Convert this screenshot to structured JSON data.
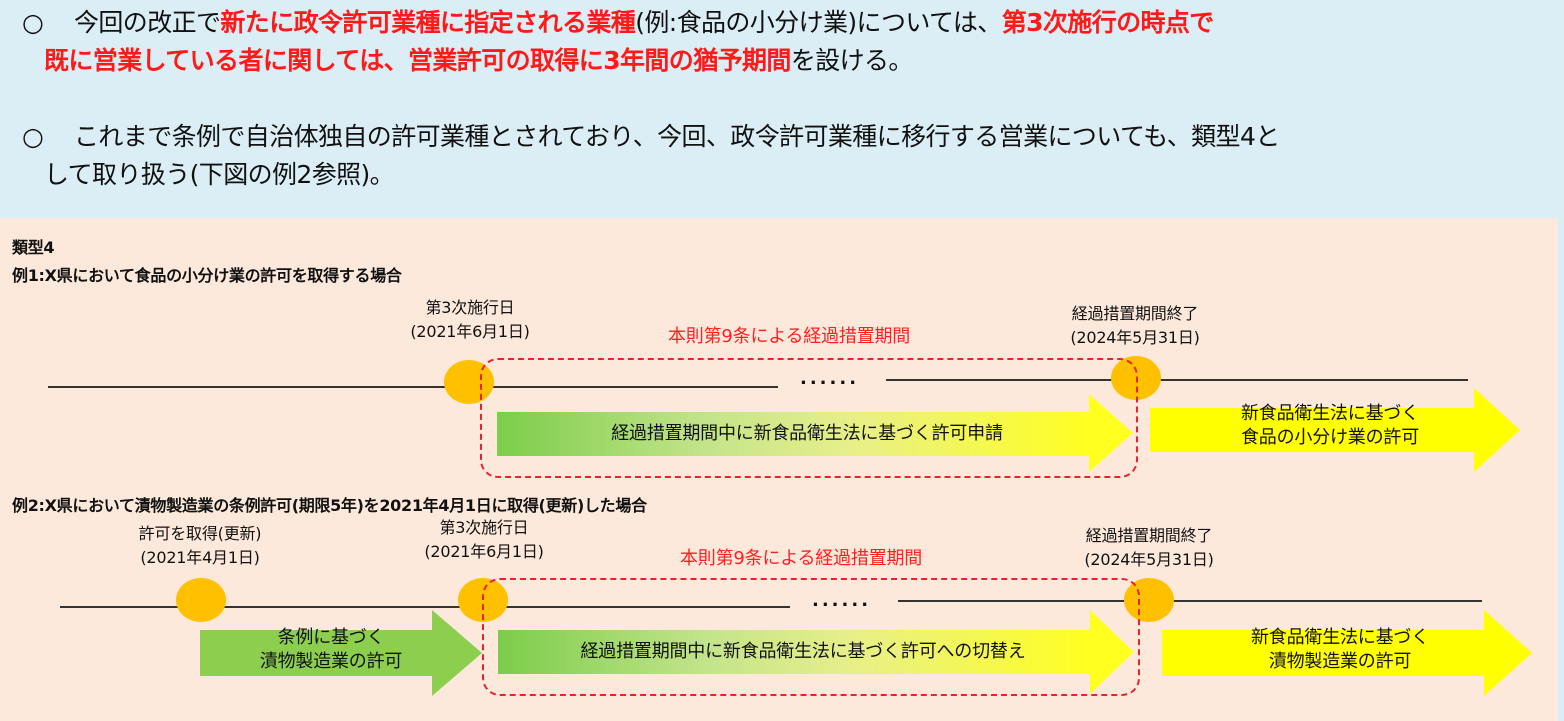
{
  "notes": [
    {
      "bullet": "○",
      "line1": [
        {
          "text": "今回の改正で",
          "emphasis": false
        },
        {
          "text": "新たに政令許可業種に指定される業種",
          "emphasis": true
        },
        {
          "text": "(例:食品の小分け業)については、",
          "emphasis": false
        },
        {
          "text": "第3次施行の時点で",
          "emphasis": true
        }
      ],
      "line2": [
        {
          "text": "既に営業している者に関しては、営業許可の取得に3年間の猶予期間",
          "emphasis": true
        },
        {
          "text": "を設ける。",
          "emphasis": false
        }
      ]
    },
    {
      "bullet": "○",
      "line1": [
        {
          "text": "これまで条例で自治体独自の許可業種とされており、今回、政令許可業種に移行する営業についても、類型4と",
          "emphasis": false
        }
      ],
      "line2": [
        {
          "text": "して取り扱う(下図の例2参照)。",
          "emphasis": false
        }
      ]
    }
  ],
  "diagram": {
    "type_label": "類型4",
    "example1": {
      "title": "例1:X県において食品の小分け業の許可を取得する場合",
      "milestones": [
        {
          "label": "第3次施行日",
          "date": "(2021年6月1日)"
        },
        {
          "label": "経過措置期間終了",
          "date": "(2024年5月31日)"
        }
      ],
      "period_label": "本則第9条による経過措置期間",
      "ellipsis": "......",
      "arrows": [
        {
          "text": "経過措置期間中に新食品衛生法に基づく許可申請"
        },
        {
          "line1": "新食品衛生法に基づく",
          "line2": "食品の小分け業の許可"
        }
      ]
    },
    "example2": {
      "title": "例2:X県において漬物製造業の条例許可(期限5年)を2021年4月1日に取得(更新)した場合",
      "milestones": [
        {
          "label": "許可を取得(更新)",
          "date": "(2021年4月1日)"
        },
        {
          "label": "第3次施行日",
          "date": "(2021年6月1日)"
        },
        {
          "label": "経過措置期間終了",
          "date": "(2024年5月31日)"
        }
      ],
      "period_label": "本則第9条による経過措置期間",
      "ellipsis": "......",
      "arrows": [
        {
          "line1": "条例に基づく",
          "line2": "漬物製造業の許可"
        },
        {
          "text": "経過措置期間中に新食品衛生法に基づく許可への切替え"
        },
        {
          "line1": "新食品衛生法に基づく",
          "line2": "漬物製造業の許可"
        }
      ]
    },
    "colors": {
      "top_background": "#dbeef5",
      "panel_background": "#fde9dc",
      "emphasis_text": "#ff1a1a",
      "milestone_dot": "#ffc000",
      "dashed_period_border": "#e8242a",
      "arrow_green": "#7ccd4a",
      "arrow_yellow": "#ffff00"
    }
  }
}
